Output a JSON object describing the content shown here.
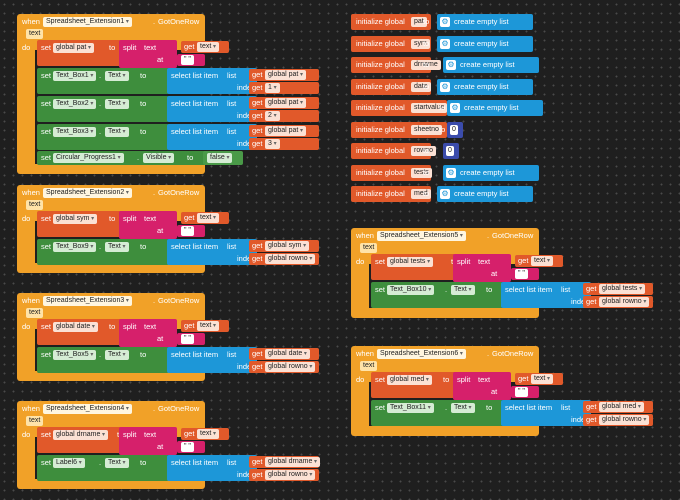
{
  "kw": {
    "when": "when",
    "do": "do",
    "set": "set",
    "to": "to",
    "text": "text",
    "at": "at",
    "index": "index",
    "split": "split",
    "get": "get",
    "select_list_item": "select list item",
    "list": "list",
    "initialize_global": "initialize global",
    "create_empty_list": "create empty list",
    "got_one_row": "GotOneRow",
    "quote": "\" \"",
    "dot": "."
  },
  "events": [
    {
      "component": "Spreadsheet_Extension1",
      "var": "global pat",
      "rows": [
        {
          "target": "Text_Box1",
          "prop": "Text",
          "get": "global pat",
          "index": "1"
        },
        {
          "target": "Text_Box2",
          "prop": "Text",
          "get": "global pat",
          "index": "2"
        },
        {
          "target": "Text_Box3",
          "prop": "Text",
          "get": "global pat",
          "index": "3"
        }
      ],
      "final": {
        "target": "Circular_Progress1",
        "prop": "Visible",
        "value": "false"
      }
    },
    {
      "component": "Spreadsheet_Extension2",
      "var": "global sym",
      "rows": [
        {
          "target": "Text_Box9",
          "prop": "Text",
          "get": "global sym",
          "index": "global rowno"
        }
      ]
    },
    {
      "component": "Spreadsheet_Extension3",
      "var": "global date",
      "rows": [
        {
          "target": "Text_Box5",
          "prop": "Text",
          "get": "global date",
          "index": "global rowno"
        }
      ]
    },
    {
      "component": "Spreadsheet_Extension4",
      "var": "global drname",
      "rows": [
        {
          "target": "Label6",
          "prop": "Text",
          "get": "global drname",
          "index": "global rowno"
        }
      ]
    },
    {
      "component": "Spreadsheet_Extension5",
      "var": "global tests",
      "rows": [
        {
          "target": "Text_Box10",
          "prop": "Text",
          "get": "global tests",
          "index": "global rowno"
        }
      ]
    },
    {
      "component": "Spreadsheet_Extension6",
      "var": "global med",
      "rows": [
        {
          "target": "Text_Box11",
          "prop": "Text",
          "get": "global med",
          "index": "global rowno"
        }
      ]
    }
  ],
  "globals": [
    {
      "name": "pat",
      "value": "create empty list",
      "type": "list"
    },
    {
      "name": "sym",
      "value": "create empty list",
      "type": "list"
    },
    {
      "name": "drname",
      "value": "create empty list",
      "type": "list"
    },
    {
      "name": "date",
      "value": "create empty list",
      "type": "list"
    },
    {
      "name": "startvalue",
      "value": "create empty list",
      "type": "list"
    },
    {
      "name": "sheetno",
      "value": "0",
      "type": "number"
    },
    {
      "name": "rowno",
      "value": "0",
      "type": "number"
    },
    {
      "name": "tests",
      "value": "create empty list",
      "type": "list"
    },
    {
      "name": "med",
      "value": "create empty list",
      "type": "list"
    }
  ],
  "colors": {
    "event": "#f1a128",
    "set_var": "#e1592a",
    "set_prop": "#3e8e3d",
    "text_fn": "#d6206b",
    "list_fn": "#1d97d8",
    "math": "#3b4cab",
    "workspace": "#1f1f1f"
  }
}
